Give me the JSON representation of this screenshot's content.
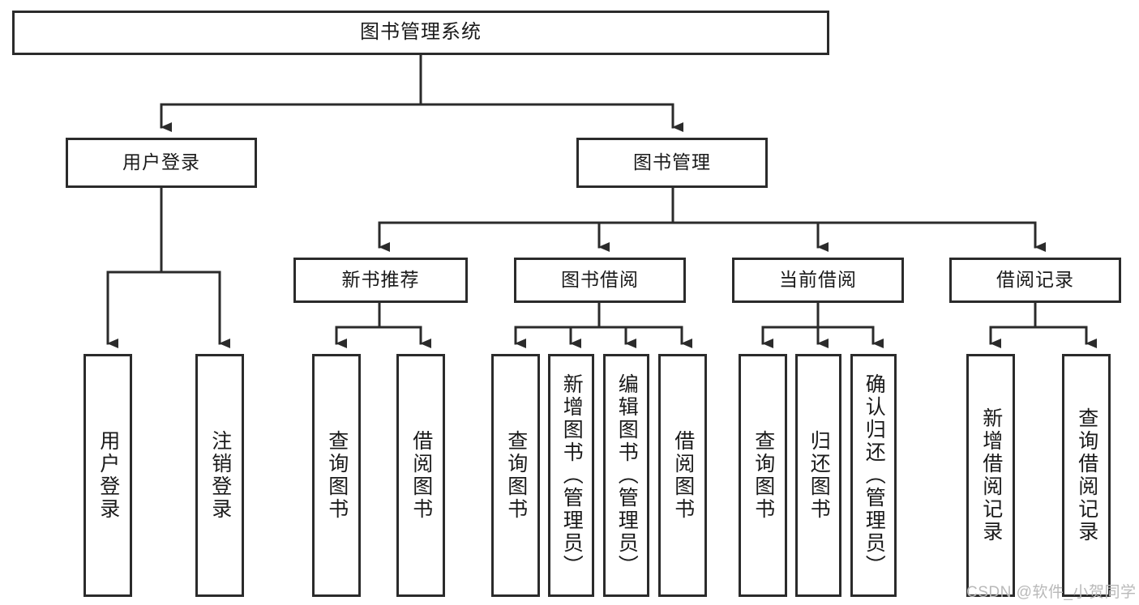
{
  "diagram": {
    "type": "tree-hierarchy",
    "title": "图书管理系统",
    "line_color": "#2b2b2b",
    "box_fill": "#ffffff",
    "text_color": "#1a1a1a"
  },
  "root": {
    "label": "图书管理系统"
  },
  "level2": [
    {
      "label": "用户登录"
    },
    {
      "label": "图书管理"
    }
  ],
  "level3": [
    {
      "label": "新书推荐"
    },
    {
      "label": "图书借阅"
    },
    {
      "label": "当前借阅"
    },
    {
      "label": "借阅记录"
    }
  ],
  "leaves": {
    "user_login": [
      {
        "label": "用户登录"
      },
      {
        "label": "注销登录"
      }
    ],
    "new_books": [
      {
        "label": "查询图书"
      },
      {
        "label": "借阅图书"
      }
    ],
    "book_borrow": [
      {
        "label": "查询图书"
      },
      {
        "label": "新增图书（管理员）"
      },
      {
        "label": "编辑图书（管理员）"
      },
      {
        "label": "借阅图书"
      }
    ],
    "current_borrow": [
      {
        "label": "查询图书"
      },
      {
        "label": "归还图书"
      },
      {
        "label": "确认归还（管理员）"
      }
    ],
    "borrow_records": [
      {
        "label": "新增借阅记录"
      },
      {
        "label": "查询借阅记录"
      }
    ]
  },
  "watermark": {
    "text": "CSDN @软件_小贺同学"
  }
}
